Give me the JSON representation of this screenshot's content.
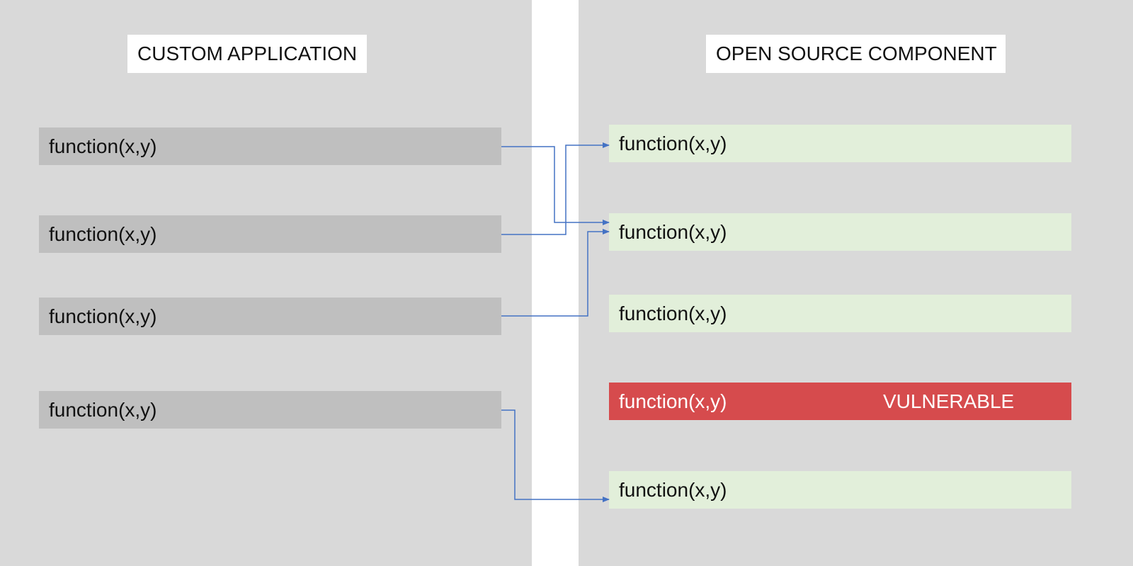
{
  "left": {
    "title": "CUSTOM APPLICATION",
    "functions": [
      "function(x,y)",
      "function(x,y)",
      "function(x,y)",
      "function(x,y)"
    ]
  },
  "right": {
    "title": "OPEN SOURCE COMPONENT",
    "functions": [
      "function(x,y)",
      "function(x,y)",
      "function(x,y)",
      "function(x,y)",
      "function(x,y)"
    ],
    "vulnerable_label": "VULNERABLE"
  },
  "colors": {
    "panel": "#d9d9d9",
    "custom_function": "#bfbfbf",
    "component_function": "#e2efda",
    "vulnerable_function": "#d64b4d",
    "connector": "#4472c4"
  }
}
